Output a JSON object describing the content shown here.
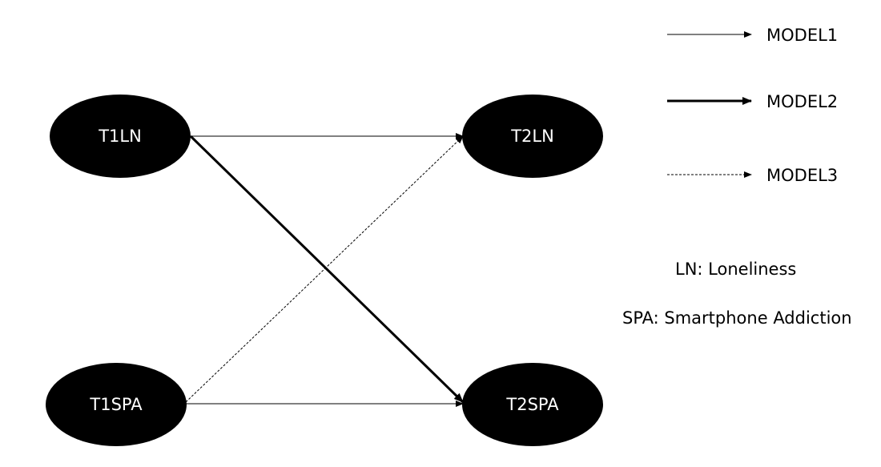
{
  "nodes": {
    "t1ln": {
      "label": "T1LN"
    },
    "t2ln": {
      "label": "T2LN"
    },
    "t1spa": {
      "label": "T1SPA"
    },
    "t2spa": {
      "label": "T2SPA"
    }
  },
  "paths": [
    {
      "from": "T1LN",
      "to": "T2LN",
      "model": "MODEL1"
    },
    {
      "from": "T1SPA",
      "to": "T2SPA",
      "model": "MODEL1"
    },
    {
      "from": "T1LN",
      "to": "T2SPA",
      "model": "MODEL2"
    },
    {
      "from": "T1SPA",
      "to": "T2LN",
      "model": "MODEL3"
    }
  ],
  "legend": {
    "model1": "MODEL1",
    "model2": "MODEL2",
    "model3": "MODEL3"
  },
  "notes": {
    "ln": "LN: Loneliness",
    "spa": "SPA: Smartphone Addiction"
  },
  "colors": {
    "node_fill": "#000000",
    "node_text": "#ffffff",
    "line": "#000000",
    "background": "#ffffff"
  }
}
